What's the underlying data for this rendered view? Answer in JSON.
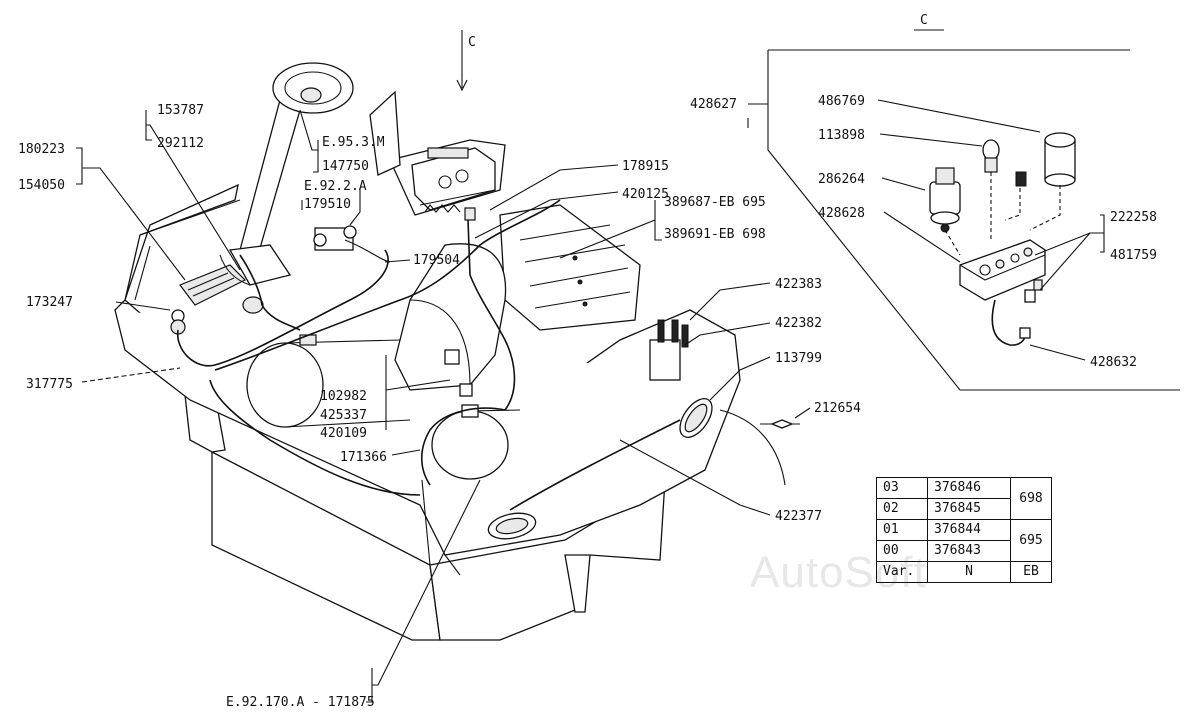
{
  "section_label": "C",
  "view_arrow_label": "C",
  "watermark": "AutoSoft",
  "labels": {
    "p180223": "180223",
    "p154050": "154050",
    "p153787": "153787",
    "p292112": "292112",
    "e953m": "E.95.3.M",
    "p147750": "147750",
    "e922a": "E.92.2.A",
    "p179510": "179510",
    "p178915": "178915",
    "p420125": "420125",
    "p389687": "389687-EB 695",
    "p389691": "389691-EB 698",
    "p179504": "179504",
    "p173247": "173247",
    "p317775": "317775",
    "p102982": "102982",
    "p425337": "425337",
    "p420109": "420109",
    "p171366": "171366",
    "p422383": "422383",
    "p422382": "422382",
    "p113799": "113799",
    "p212654": "212654",
    "p422377": "422377",
    "bottom": "E.92.170.A - 171875",
    "p428627": "428627",
    "p486769": "486769",
    "p113898": "113898",
    "p286264": "286264",
    "p428628": "428628",
    "p222258": "222258",
    "p481759": "481759",
    "p428632": "428632"
  },
  "table": {
    "rows": [
      {
        "var": "03",
        "n": "376846"
      },
      {
        "var": "02",
        "n": "376845"
      },
      {
        "var": "01",
        "n": "376844"
      },
      {
        "var": "00",
        "n": "376843"
      }
    ],
    "eb_groups": [
      "698",
      "695"
    ],
    "header": {
      "var": "Var.",
      "n": "N",
      "eb": "EB"
    }
  }
}
